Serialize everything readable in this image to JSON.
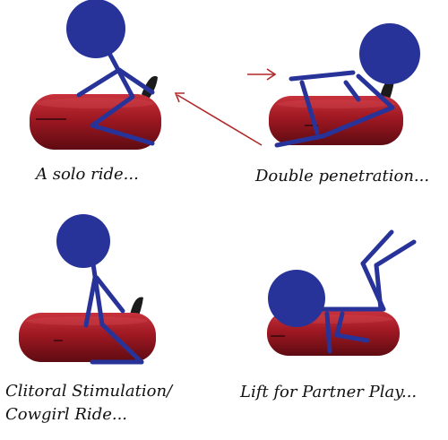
{
  "panels": [
    {
      "caption": "A solo ride..."
    },
    {
      "caption": "Double penetration..."
    },
    {
      "caption_line1": "Clitoral Stimulation/",
      "caption_line2": "Cowgirl Ride..."
    },
    {
      "caption": "Lift for Partner Play..."
    }
  ],
  "colors": {
    "figure": "#28339a",
    "cushion": "#9e1822",
    "cushion_dark": "#5e0b12",
    "toy": "#1b1b1b",
    "arrow": "#b0282a"
  }
}
